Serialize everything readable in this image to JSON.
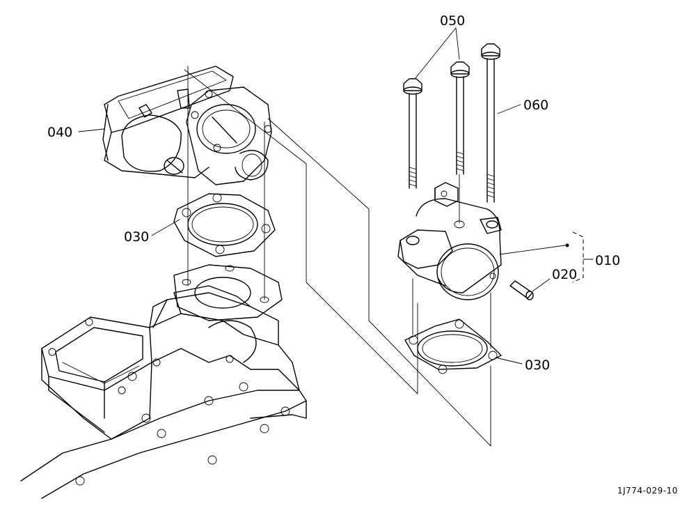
{
  "callouts": {
    "c010": "010",
    "c020": "020",
    "c030a": "030",
    "c030b": "030",
    "c040": "040",
    "c050": "050",
    "c060": "060"
  },
  "drawing_number": "1J774-029-10"
}
